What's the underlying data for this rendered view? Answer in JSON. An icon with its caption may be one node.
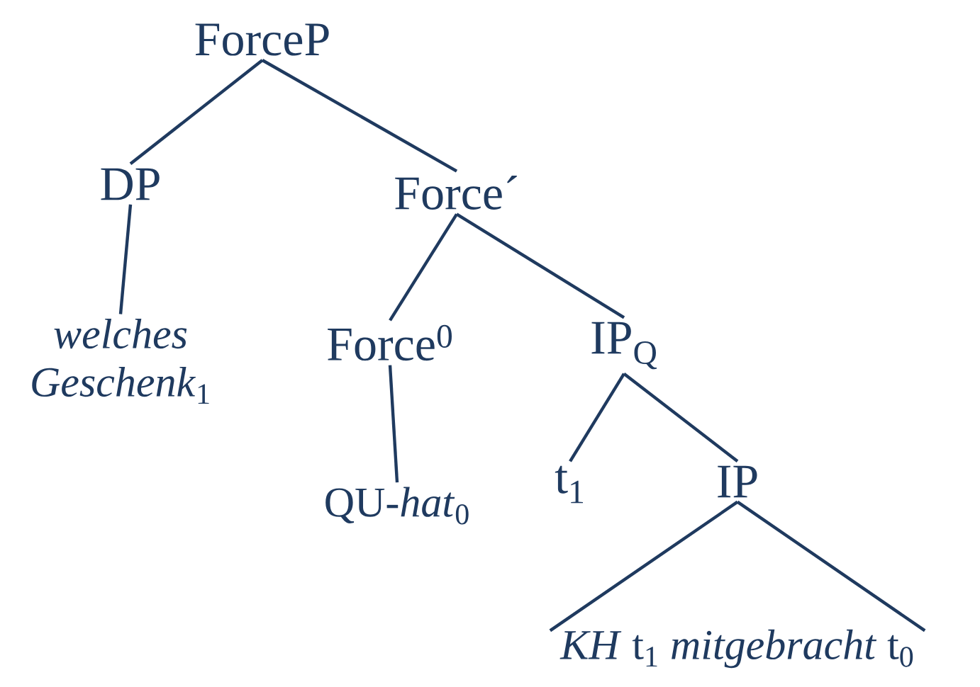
{
  "diagram": {
    "nodes": [
      {
        "text": [
          "ForceP"
        ]
      },
      {
        "text": [
          "DP"
        ]
      },
      {
        "text": [
          "Force´"
        ]
      },
      {
        "text": [
          "*welches Geschenk*$_{1}$"
        ]
      },
      {
        "text": [
          "Force$^{0}$"
        ]
      },
      {
        "text": [
          "IP$_{Q}$"
        ]
      },
      {
        "text": [
          "QU-*hat*$_{0}$"
        ]
      },
      {
        "text": [
          "t$_{1}$"
        ]
      },
      {
        "text": [
          "IP"
        ]
      },
      {
        "text": [
          "*KH* t$_{1}$ *mitgebracht* t$_{0}$"
        ]
      }
    ],
    "edges": [
      {
        "from": 0,
        "to": 1,
        "arrow": "none"
      },
      {
        "from": 0,
        "to": 2,
        "arrow": "none"
      },
      {
        "from": 1,
        "to": 3,
        "arrow": "none"
      },
      {
        "from": 2,
        "to": 4,
        "arrow": "none"
      },
      {
        "from": 2,
        "to": 5,
        "arrow": "none"
      },
      {
        "from": 4,
        "to": 6,
        "arrow": "none"
      },
      {
        "from": 5,
        "to": 7,
        "arrow": "none"
      },
      {
        "from": 5,
        "to": 8,
        "arrow": "none"
      },
      {
        "from": 8,
        "to": 9,
        "arrow": "none"
      }
    ]
  }
}
